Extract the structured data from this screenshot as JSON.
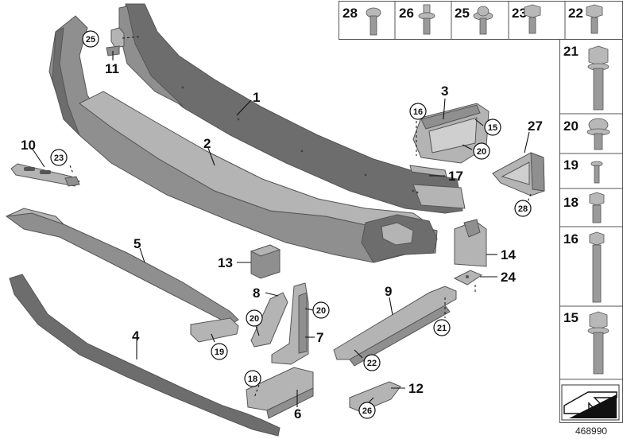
{
  "callouts": {
    "c1": "1",
    "c2": "2",
    "c3": "3",
    "c4": "4",
    "c5": "5",
    "c6": "6",
    "c7": "7",
    "c8": "8",
    "c9": "9",
    "c10": "10",
    "c11": "11",
    "c12": "12",
    "c13": "13",
    "c14": "14",
    "c17": "17",
    "c24": "24",
    "c27": "27"
  },
  "circled": {
    "c25": "25",
    "c23": "23",
    "c16": "16",
    "c15": "15",
    "c20a": "20",
    "c28": "28",
    "c20b": "20",
    "c20c": "20",
    "c21": "21",
    "c22": "22",
    "c19": "19",
    "c18": "18",
    "c26": "26"
  },
  "fastener_grid": {
    "top_row": [
      "28",
      "26",
      "25",
      "23",
      "22"
    ],
    "right_column": [
      "21",
      "20",
      "19",
      "18",
      "16",
      "15"
    ]
  },
  "reference_number": "468990"
}
